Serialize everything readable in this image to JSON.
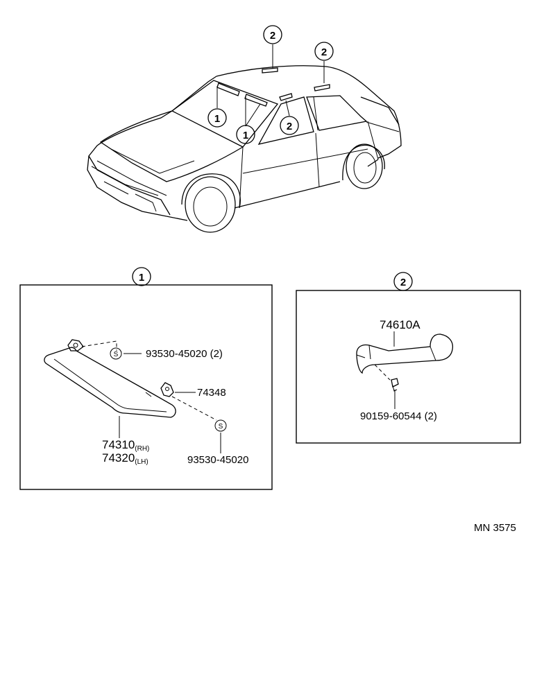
{
  "callouts": {
    "one": "1",
    "two": "2",
    "s": "S"
  },
  "group1": {
    "header": "1",
    "screw_top": "93530-45020 (2)",
    "holder": "74348",
    "screw_bottom": "93530-45020",
    "visor_rh": "74310",
    "visor_rh_side": "(RH)",
    "visor_lh": "74320",
    "visor_lh_side": "(LH)"
  },
  "group2": {
    "header": "2",
    "grip": "74610A",
    "grip_screw": "90159-60544 (2)"
  },
  "footer": {
    "ref": "MN 3575"
  }
}
